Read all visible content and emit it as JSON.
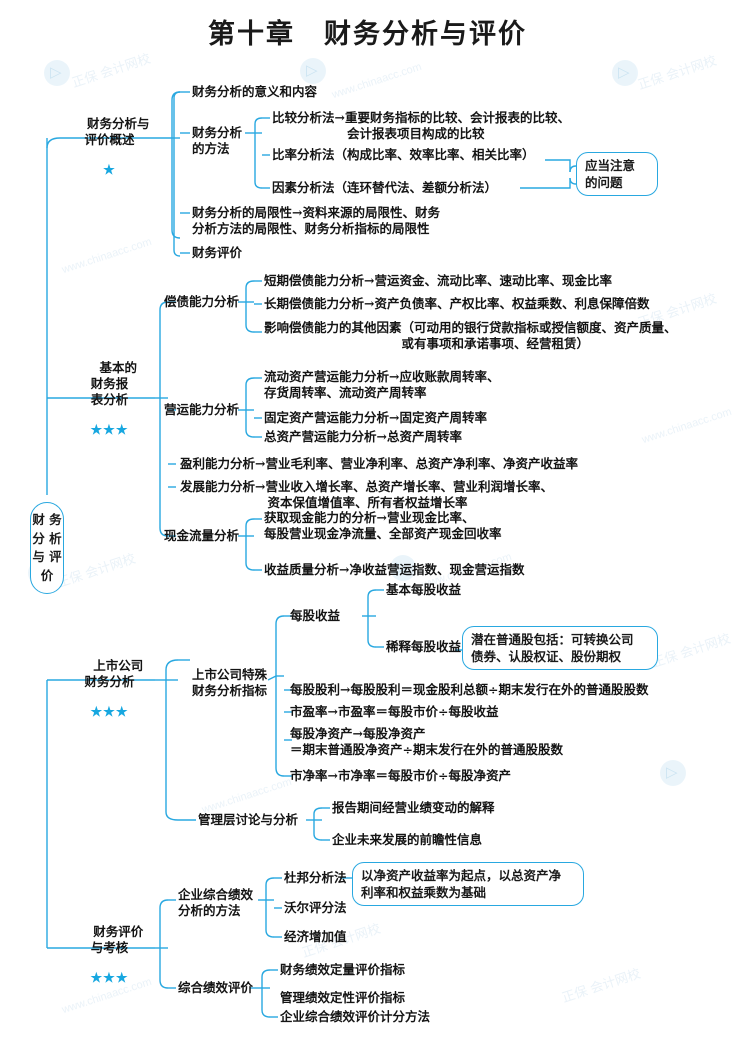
{
  "title": "第十章　财务分析与评价",
  "root": {
    "label": "财\n务\n分\n析\n与\n评\n价"
  },
  "branches": {
    "b1": {
      "label": "财务分析与\n评价概述",
      "stars": "★"
    },
    "b2": {
      "label": "基本的\n财务报\n表分析",
      "stars": "★★★"
    },
    "b3": {
      "label": "上市公司\n财务分析",
      "stars": "★★★"
    },
    "b4": {
      "label": "财务评价\n与考核",
      "stars": "★★★"
    }
  },
  "nodes": {
    "n_meaning": "财务分析的意义和内容",
    "n_methods_label": "财务分析\n的方法",
    "n_compare": "比较分析法→重要财务指标的比较、会计报表的比较、\n　　　　　　会计报表项目构成的比较",
    "n_ratio": "比率分析法（构成比率、效率比率、相关比率）",
    "n_factor": "因素分析法（连环替代法、差额分析法）",
    "n_attention_box": "应当注意\n的问题",
    "n_limits": "财务分析的局限性→资料来源的局限性、财务\n分析方法的局限性、财务分析指标的局限性",
    "n_fineval": "财务评价",
    "n_solvency_label": "偿债能力分析",
    "n_short_solv": "短期偿债能力分析→营运资金、流动比率、速动比率、现金比率",
    "n_long_solv": "长期偿债能力分析→资产负债率、产权比率、权益乘数、利息保障倍数",
    "n_other_solv": "影响偿债能力的其他因素（可动用的银行贷款指标或授信额度、资产质量、\n　　　　　　　　　　　或有事项和承诺事项、经营租赁）",
    "n_oper_label": "营运能力分析",
    "n_cur_oper": "流动资产营运能力分析→应收账款周转率、\n存货周转率、流动资产周转率",
    "n_fix_oper": "固定资产营运能力分析→固定资产周转率",
    "n_tot_oper": "总资产营运能力分析→总资产周转率",
    "n_profit": "盈利能力分析→营业毛利率、营业净利率、总资产净利率、净资产收益率",
    "n_develop": "发展能力分析→营业收入增长率、总资产增长率、营业利润增长率、\n　　　　　　　资本保值增值率、所有者权益增长率",
    "n_cash_label": "现金流量分析",
    "n_cash_get": "获取现金能力的分析→营业现金比率、\n每股营业现金净流量、全部资产现金回收率",
    "n_cash_qty": "收益质量分析→净收益营运指数、现金营运指数",
    "n_listed_label": "上市公司特殊\n财务分析指标",
    "n_eps_label": "每股收益",
    "n_basic_eps": "基本每股收益",
    "n_diluted_eps": "稀释每股收益",
    "n_potential_box": "潜在普通股包括：可转换公司\n债券、认股权证、股份期权",
    "n_dps": "每股股利→每股股利＝现金股利总额÷期末发行在外的普通股股数",
    "n_pe": "市盈率→市盈率＝每股市价÷每股收益",
    "n_bvps": "每股净资产→每股净资产\n＝期末普通股净资产÷期末发行在外的普通股股数",
    "n_pb": "市净率→市净率＝每股市价÷每股净资产",
    "n_mda_label": "管理层讨论与分析",
    "n_mda_1": "报告期间经营业绩变动的解释",
    "n_mda_2": "企业未来发展的前瞻性信息",
    "n_perf_label": "企业综合绩效\n分析的方法",
    "n_dupont": "杜邦分析法",
    "n_dupont_box": "以净资产收益率为起点，以总资产净\n利率和权益乘数为基础",
    "n_wall": "沃尔评分法",
    "n_eva": "经济增加值",
    "n_comp_label": "综合绩效评价",
    "n_comp_1": "财务绩效定量评价指标",
    "n_comp_2": "管理绩效定性评价指标",
    "n_comp_3": "企业综合绩效评价计分方法"
  },
  "colors": {
    "line": "#29a8e0",
    "star": "#17a7e0",
    "text": "#141414"
  },
  "watermarks": {
    "text_a": "正保  会计网校",
    "text_b": "www.chinaacc.com"
  }
}
